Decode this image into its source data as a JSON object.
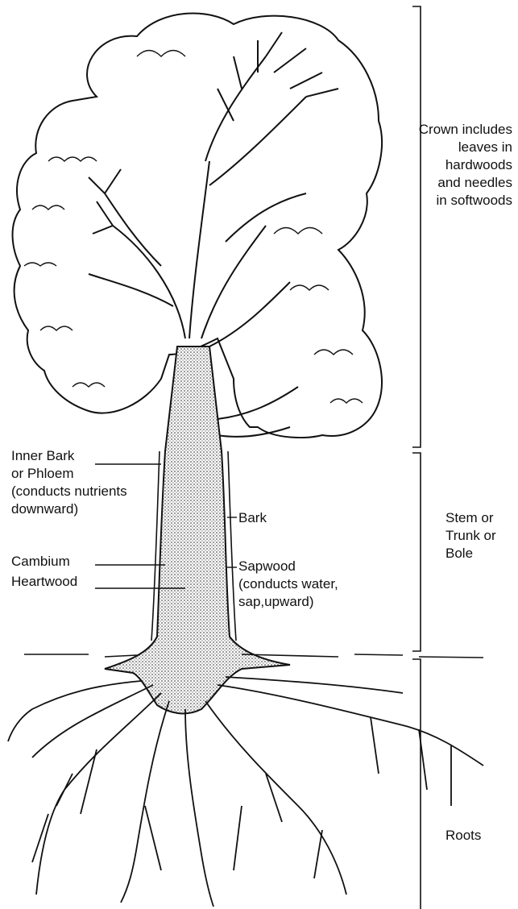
{
  "labels": {
    "crown": "Crown includes\nleaves in\nhardwoods\nand needles\nin softwoods",
    "inner_bark": "Inner Bark\nor Phloem\n(conducts nutrients\ndownward)",
    "bark": "Bark",
    "stem": "Stem or\nTrunk or\nBole",
    "cambium": "Cambium",
    "heartwood": "Heartwood",
    "sapwood": "Sapwood\n(conducts water,\nsap,upward)",
    "roots": "Roots"
  },
  "colors": {
    "ink": "#111111",
    "wood_stipple": "#c9c9c9",
    "background": "#ffffff"
  }
}
